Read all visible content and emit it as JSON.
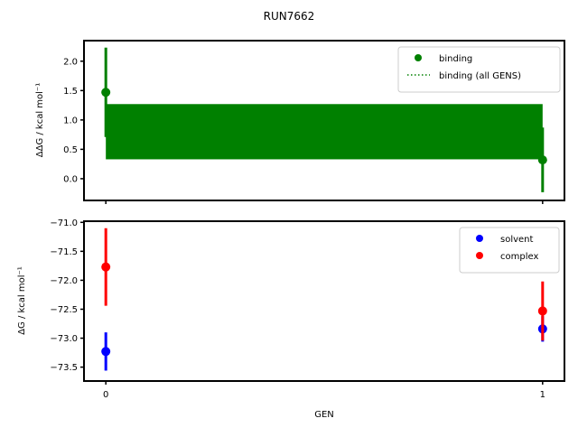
{
  "figure": {
    "title": "RUN7662",
    "background": "#ffffff"
  },
  "chart_data": [
    {
      "type": "scatter",
      "panel": "top",
      "title": "",
      "xlabel": "",
      "ylabel": "ΔΔG / kcal mol⁻¹",
      "x": [
        0,
        1
      ],
      "xlim": [
        -0.05,
        1.05
      ],
      "ylim": [
        -0.37,
        2.35
      ],
      "yticks": [
        0.0,
        0.5,
        1.0,
        1.5,
        2.0
      ],
      "ytick_labels": [
        "0.0",
        "0.5",
        "1.0",
        "1.5",
        "2.0"
      ],
      "xticks": [
        0,
        1
      ],
      "xtick_labels_visible": false,
      "grid": false,
      "series": [
        {
          "name": "binding",
          "kind": "errorbar",
          "color": "#008000",
          "values": [
            1.47,
            0.32
          ],
          "errors": [
            0.76,
            0.55
          ]
        },
        {
          "name": "binding (all GENS)",
          "kind": "band",
          "color": "#008000",
          "linestyle": "dotted",
          "band_lower": 0.33,
          "band_upper": 1.27,
          "x_range": [
            0,
            1
          ]
        }
      ],
      "legend": {
        "position": "upper right",
        "entries": [
          {
            "label": "binding",
            "marker": "dot",
            "color": "#008000"
          },
          {
            "label": "binding (all GENS)",
            "marker": "dotted-line",
            "color": "#008000"
          }
        ]
      }
    },
    {
      "type": "scatter",
      "panel": "bottom",
      "title": "",
      "xlabel": "GEN",
      "ylabel": "ΔG / kcal mol⁻¹",
      "x": [
        0,
        1
      ],
      "xlim": [
        -0.05,
        1.05
      ],
      "ylim": [
        -73.74,
        -70.98
      ],
      "yticks": [
        -73.5,
        -73.0,
        -72.5,
        -72.0,
        -71.5,
        -71.0
      ],
      "ytick_labels": [
        "−73.5",
        "−73.0",
        "−72.5",
        "−72.0",
        "−71.5",
        "−71.0"
      ],
      "xticks": [
        0,
        1
      ],
      "xtick_labels": [
        "0",
        "1"
      ],
      "grid": false,
      "series": [
        {
          "name": "solvent",
          "kind": "errorbar",
          "color": "#0000ff",
          "values": [
            -73.23,
            -72.84
          ],
          "errors": [
            0.33,
            0.22
          ]
        },
        {
          "name": "complex",
          "kind": "errorbar",
          "color": "#ff0000",
          "values": [
            -71.77,
            -72.53
          ],
          "errors": [
            0.67,
            0.51
          ]
        }
      ],
      "legend": {
        "position": "upper right",
        "entries": [
          {
            "label": "solvent",
            "marker": "dot",
            "color": "#0000ff"
          },
          {
            "label": "complex",
            "marker": "dot",
            "color": "#ff0000"
          }
        ]
      }
    }
  ]
}
